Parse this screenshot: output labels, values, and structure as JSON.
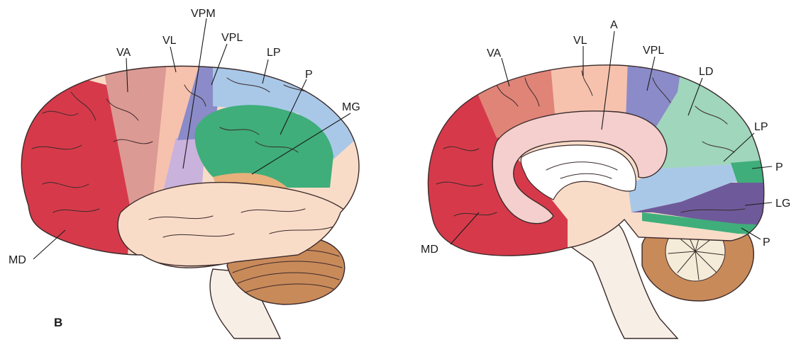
{
  "colors": {
    "MD": "#d63a4a",
    "VA": "#e08478",
    "VA_lateral": "#dc9a94",
    "VL": "#f6c2ae",
    "VPM": "#c9b2dc",
    "VPL": "#8a8bc8",
    "LP": "#a9c8e8",
    "P": "#3fae7a",
    "MG": "#e8b07a",
    "LD": "#9fd6bc",
    "A": "#f4cfcd",
    "LG": "#6e5a9a",
    "cortex_base": "#f9dcc8",
    "cerebellum": "#c98a5a",
    "brainstem": "#f7eee6"
  },
  "lateral": {
    "panel_label": "B",
    "labels": {
      "VPM": "VPM",
      "VA": "VA",
      "VL": "VL",
      "VPL": "VPL",
      "LP": "LP",
      "P": "P",
      "MG": "MG",
      "MD": "MD"
    }
  },
  "medial": {
    "labels": {
      "A": "A",
      "VA": "VA",
      "VL": "VL",
      "VPL": "VPL",
      "LD": "LD",
      "LP": "LP",
      "P_upper": "P",
      "LG": "LG",
      "P_lower": "P",
      "MD": "MD"
    }
  }
}
